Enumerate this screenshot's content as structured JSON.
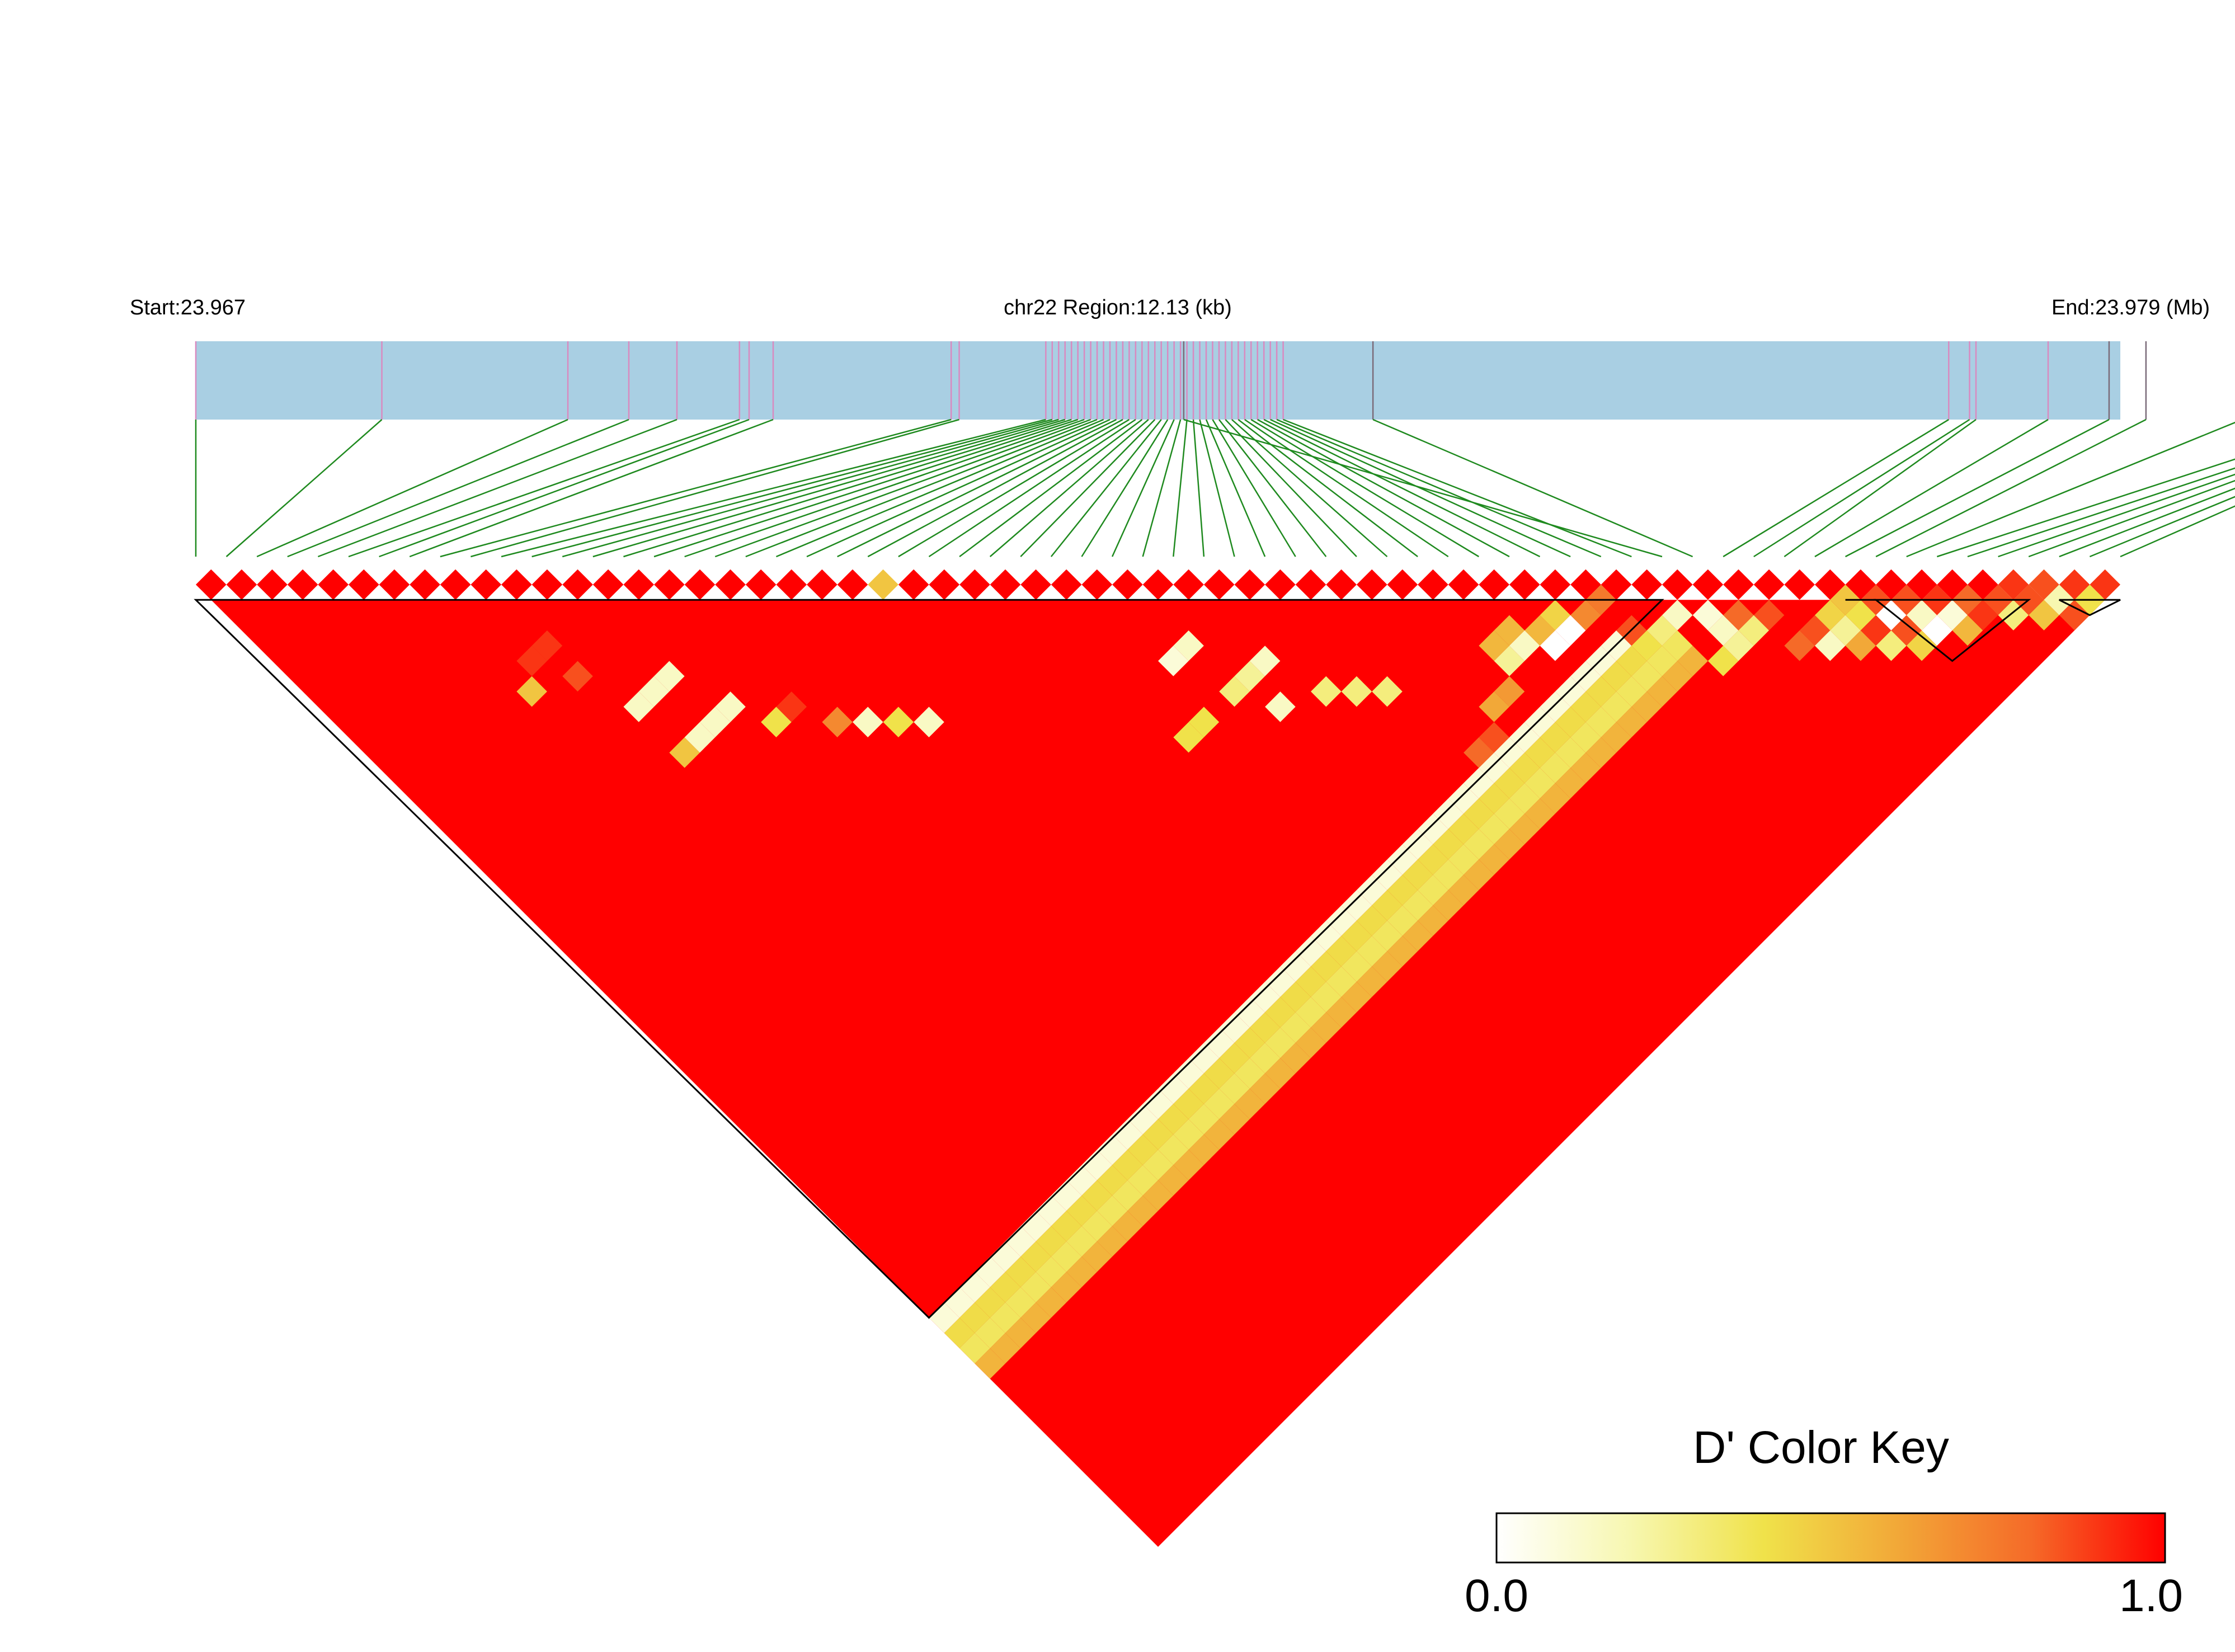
{
  "header": {
    "start_label": "Start:23.967",
    "region_label": "chr22 Region:12.13 (kb)",
    "end_label": "End:23.979 (Mb)"
  },
  "color_key": {
    "title": "D' Color Key",
    "min_label": "0.0",
    "max_label": "1.0",
    "stops": [
      "#ffffff",
      "#f7f7b0",
      "#f0e24a",
      "#f2a838",
      "#f56a28",
      "#ff0000"
    ]
  },
  "colors": {
    "gene_bar": "#a9cfe3",
    "snp_tick": "#d98ac0",
    "snp_tick_dark": "#7a6b78",
    "connector": "#1f8a1f",
    "high_ld": "#ff0000"
  },
  "chart_data": {
    "type": "heatmap",
    "chromosome": "chr22",
    "region_kb": 12.13,
    "start_mb": 23.967,
    "end_mb": 23.979,
    "metric": "D'",
    "value_range": [
      0,
      1
    ],
    "default_value": 1.0,
    "snp_count": 64,
    "snp_positions_mb": [
      23.967,
      23.96816,
      23.96932,
      23.9697,
      23.97,
      23.97039,
      23.97045,
      23.9706,
      23.97171,
      23.97176,
      23.9723,
      23.97234,
      23.97238,
      23.97242,
      23.97246,
      23.9725,
      23.97254,
      23.97258,
      23.97262,
      23.97266,
      23.9727,
      23.97274,
      23.97278,
      23.97282,
      23.97286,
      23.9729,
      23.97294,
      23.97298,
      23.97302,
      23.97306,
      23.9731,
      23.97314,
      23.97318,
      23.97322,
      23.97326,
      23.9733,
      23.97334,
      23.97338,
      23.97342,
      23.97346,
      23.9735,
      23.97354,
      23.97358,
      23.97362,
      23.97366,
      23.9737,
      23.97374,
      23.97378,
      23.97316,
      23.97434,
      23.97793,
      23.97806,
      23.9781,
      23.97855,
      23.97893,
      23.97916,
      23.97976,
      23.98047,
      23.98063,
      23.9807,
      23.98075,
      23.98082,
      23.98088,
      23.98094
    ],
    "blocks": [
      [
        0,
        48
      ],
      [
        54,
        55
      ],
      [
        55,
        60
      ],
      [
        61,
        63
      ]
    ],
    "cells": [
      [
        8,
        14,
        0.9
      ],
      [
        9,
        14,
        0.9
      ],
      [
        7,
        15,
        0.5
      ],
      [
        9,
        16,
        0.85
      ],
      [
        10,
        19,
        0.15
      ],
      [
        11,
        19,
        0.15
      ],
      [
        12,
        19,
        0.15
      ],
      [
        10,
        22,
        0.5
      ],
      [
        11,
        22,
        0.15
      ],
      [
        12,
        22,
        0.15
      ],
      [
        13,
        22,
        0.15
      ],
      [
        22,
        23,
        0.5
      ],
      [
        14,
        24,
        0.4
      ],
      [
        15,
        24,
        0.9
      ],
      [
        16,
        26,
        0.7
      ],
      [
        17,
        27,
        0.15
      ],
      [
        18,
        28,
        0.4
      ],
      [
        19,
        29,
        0.15
      ],
      [
        30,
        35,
        0.15
      ],
      [
        29,
        35,
        0.1
      ],
      [
        27,
        38,
        0.4
      ],
      [
        28,
        38,
        0.4
      ],
      [
        30,
        38,
        0.3
      ],
      [
        31,
        38,
        0.25
      ],
      [
        32,
        38,
        0.15
      ],
      [
        31,
        40,
        0.15
      ],
      [
        33,
        41,
        0.3
      ],
      [
        34,
        42,
        0.3
      ],
      [
        35,
        43,
        0.3
      ],
      [
        40,
        45,
        0.55
      ],
      [
        41,
        45,
        0.55
      ],
      [
        42,
        46,
        0.55
      ],
      [
        43,
        46,
        0.45
      ],
      [
        40,
        46,
        0.25
      ],
      [
        41,
        46,
        0.15
      ],
      [
        42,
        47,
        0.0
      ],
      [
        43,
        47,
        0.0
      ],
      [
        38,
        47,
        0.6
      ],
      [
        39,
        47,
        0.65
      ],
      [
        44,
        47,
        0.7
      ],
      [
        45,
        47,
        0.75
      ],
      [
        36,
        48,
        0.8
      ],
      [
        37,
        48,
        0.85
      ],
      [
        45,
        49,
        0.85
      ],
      [
        45,
        50,
        0.4
      ],
      [
        46,
        50,
        0.3
      ],
      [
        47,
        50,
        0.15
      ],
      [
        48,
        51,
        0.1
      ],
      [
        48,
        52,
        0.15
      ],
      [
        49,
        52,
        0.8
      ],
      [
        47,
        53,
        0.4
      ],
      [
        48,
        53,
        0.25
      ],
      [
        49,
        53,
        0.3
      ],
      [
        50,
        53,
        0.85
      ],
      [
        50,
        55,
        0.8
      ],
      [
        51,
        55,
        0.85
      ],
      [
        52,
        55,
        0.45
      ],
      [
        53,
        55,
        0.5
      ],
      [
        51,
        56,
        0.15
      ],
      [
        52,
        56,
        0.25
      ],
      [
        53,
        56,
        0.4
      ],
      [
        54,
        56,
        0.85
      ],
      [
        52,
        57,
        0.6
      ],
      [
        53,
        57,
        0.9
      ],
      [
        54,
        57,
        0.0
      ],
      [
        55,
        57,
        0.85
      ],
      [
        53,
        58,
        0.3
      ],
      [
        54,
        58,
        0.85
      ],
      [
        55,
        58,
        0.15
      ],
      [
        56,
        58,
        0.9
      ],
      [
        54,
        59,
        0.45
      ],
      [
        55,
        59,
        0.0
      ],
      [
        56,
        59,
        0.1
      ],
      [
        57,
        59,
        0.8
      ],
      [
        56,
        60,
        0.55
      ],
      [
        57,
        60,
        0.9
      ],
      [
        58,
        60,
        0.85
      ],
      [
        59,
        60,
        0.9
      ],
      [
        58,
        61,
        0.3
      ],
      [
        59,
        61,
        0.85
      ],
      [
        60,
        61,
        0.85
      ],
      [
        59,
        62,
        0.5
      ],
      [
        60,
        62,
        0.2
      ],
      [
        61,
        62,
        0.9
      ],
      [
        60,
        63,
        0.85
      ],
      [
        61,
        63,
        0.4
      ],
      [
        62,
        63,
        0.9
      ]
    ],
    "bands": [
      {
        "lo": [
          0,
          44
        ],
        "hi": 49,
        "value": 0.1
      },
      {
        "lo": [
          0,
          45
        ],
        "hi": 50,
        "value": 0.42
      },
      {
        "lo": [
          0,
          46
        ],
        "hi": 51,
        "value": 0.36
      },
      {
        "lo": [
          0,
          46
        ],
        "hi": 52,
        "value": 0.56
      }
    ]
  }
}
